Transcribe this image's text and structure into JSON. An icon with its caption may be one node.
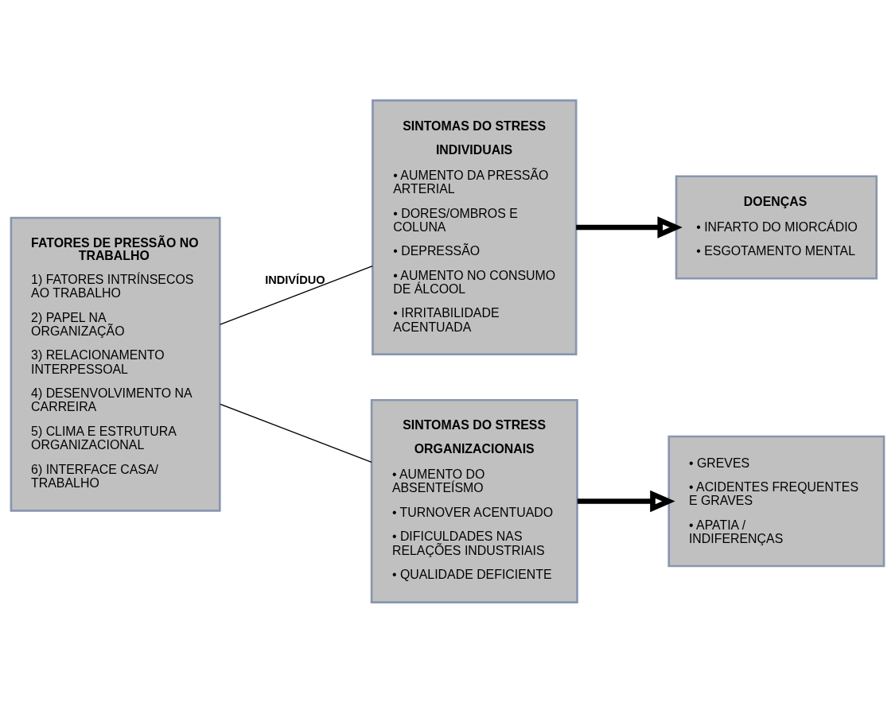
{
  "diagram": {
    "nodes": [
      {
        "text": [
          "FATORES DE PRESSÃO NO TRABALHO",
          "1) FATORES INTRÍNSECOS AO TRABALHO",
          "2) PAPEL NA ORGANIZAÇÃO",
          "3) RELACIONAMENTO INTERPESSOAL",
          "4) DESENVOLVIMENTO NA CARREIRA",
          "5) CLIMA E ESTRUTURA ORGANIZACIONAL",
          "6) INTERFACE CASA/ TRABALHO"
        ]
      },
      {
        "text": [
          "SINTOMAS DO STRESS",
          "INDIVIDUAIS",
          "• AUMENTO DA PRESSÃO ARTERIAL",
          "• DORES/OMBROS E COLUNA",
          "• DEPRESSÃO",
          "• AUMENTO NO CONSUMO DE ÁLCOOL",
          "• IRRITABILIDADE ACENTUADA"
        ]
      },
      {
        "text": [
          "DOENÇAS",
          "• INFARTO DO MIORCÁDIO",
          "• ESGOTAMENTO MENTAL"
        ]
      },
      {
        "text": [
          "SINTOMAS DO STRESS",
          "ORGANIZACIONAIS",
          "• AUMENTO DO ABSENTEÍSMO",
          "• TURNOVER ACENTUADO",
          "• DIFICULDADES NAS RELAÇÕES INDUSTRIAIS",
          "• QUALIDADE DEFICIENTE"
        ]
      },
      {
        "text": [
          "• GREVES",
          "• ACIDENTES FREQUENTES E GRAVES",
          "• APATIA / INDIFERENÇAS"
        ]
      }
    ],
    "edges": [
      {
        "from": 0,
        "to": 1,
        "arrow": "none",
        "label": "INDIVÍDUO"
      },
      {
        "from": 0,
        "to": 3,
        "arrow": "none"
      },
      {
        "from": 1,
        "to": 2,
        "arrow": "to",
        "style": "thick"
      },
      {
        "from": 3,
        "to": 4,
        "arrow": "to",
        "style": "thick"
      }
    ]
  }
}
